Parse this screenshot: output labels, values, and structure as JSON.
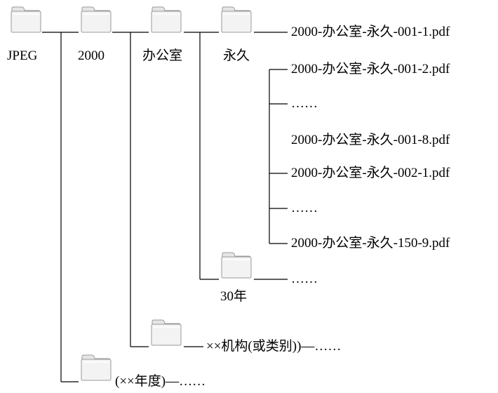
{
  "folders": {
    "root": "JPEG",
    "year": "2000",
    "dept": "办公室",
    "retention_permanent": "永久",
    "retention_30": "30年"
  },
  "files": {
    "f1": "2000-办公室-永久-001-1.pdf",
    "f2": "2000-办公室-永久-001-2.pdf",
    "ellipsis_a": "……",
    "f3": "2000-办公室-永久-001-8.pdf",
    "f4": "2000-办公室-永久-002-1.pdf",
    "ellipsis_b": "……",
    "f5": "2000-办公室-永久-150-9.pdf"
  },
  "branches": {
    "thirty_more": "……",
    "org_label": "××机构(或类别))—……",
    "year_label": "(××年度)—……"
  },
  "colors": {
    "line": "#000000",
    "folder_fill": "#f2f2f2",
    "folder_stroke": "#9a9a9a"
  }
}
